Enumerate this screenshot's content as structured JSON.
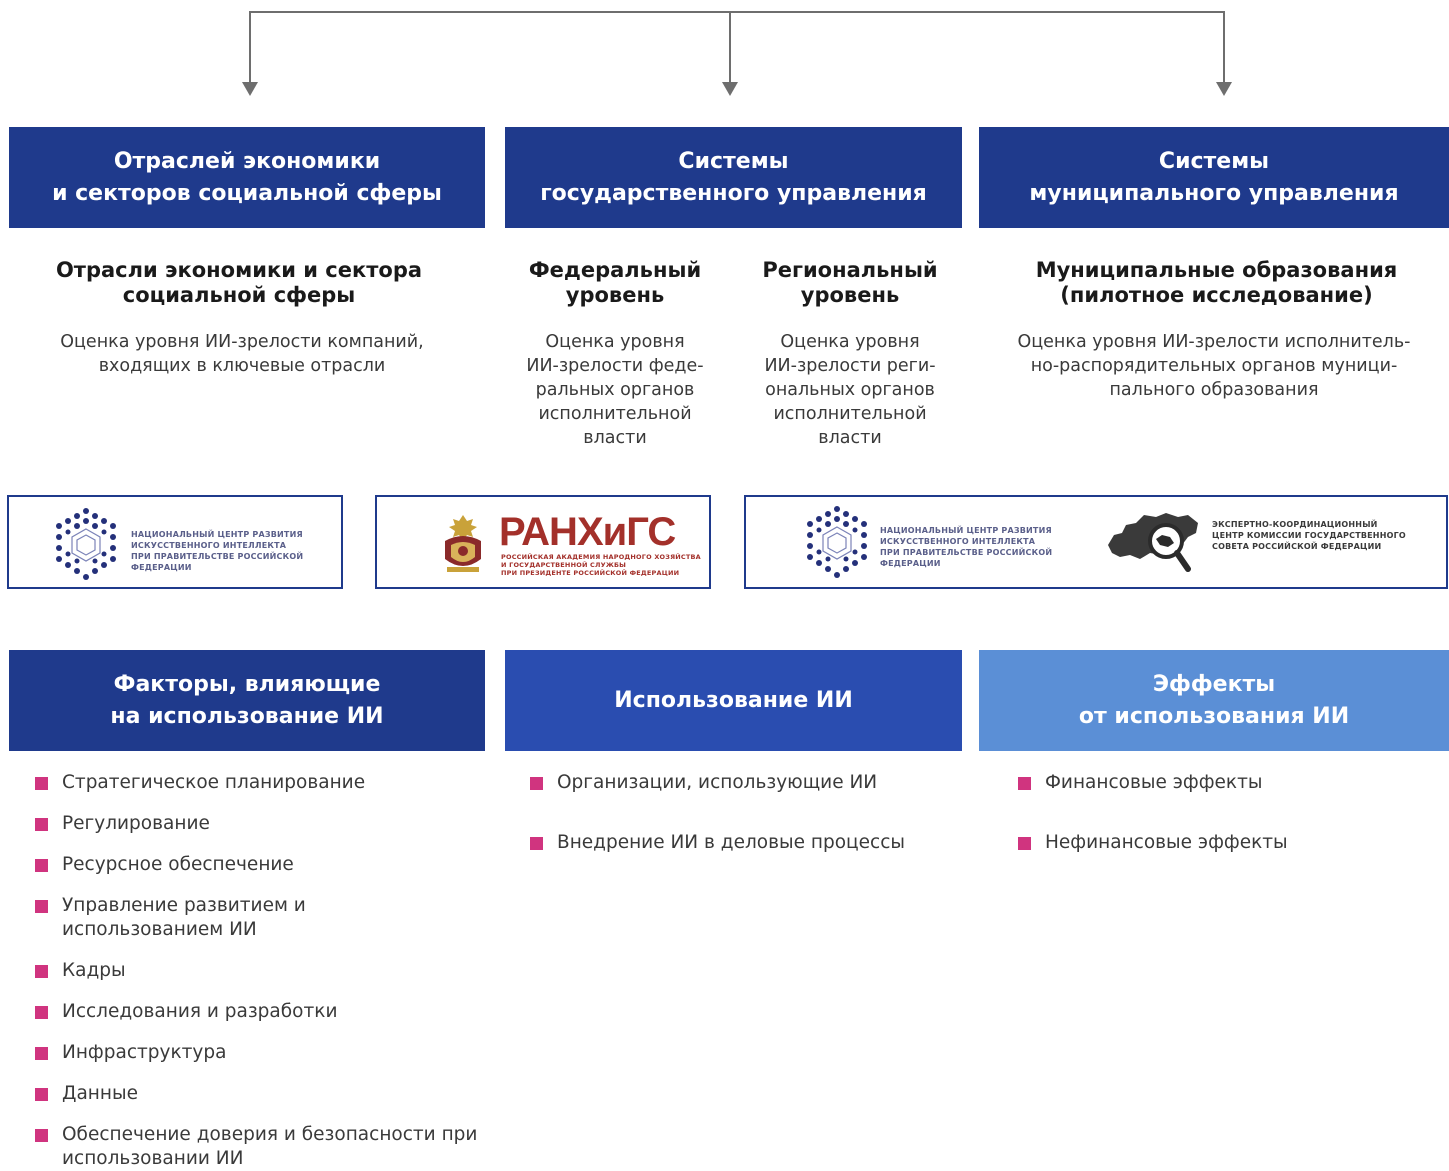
{
  "colors": {
    "dark_blue": "#1f3a8c",
    "mid_blue": "#2a4db0",
    "light_blue": "#5b8fd6",
    "bullet_magenta": "#d0347f",
    "connector_gray": "#6e6e6e"
  },
  "top_boxes": [
    {
      "line1": "Отраслей экономики",
      "line2": "и секторов социальной сферы"
    },
    {
      "line1": "Системы",
      "line2": "государственного управления"
    },
    {
      "line1": "Системы",
      "line2": "муниципального управления"
    }
  ],
  "subheadings": {
    "sectors": {
      "line1": "Отрасли экономики и сектора",
      "line2": "социальной сферы"
    },
    "federal": {
      "line1": "Федеральный",
      "line2": "уровень"
    },
    "regional": {
      "line1": "Региональный",
      "line2": "уровень"
    },
    "municipal": {
      "line1": "Муниципальные образования",
      "line2": "(пилотное исследование)"
    }
  },
  "descriptions": {
    "sectors": [
      "Оценка уровня ИИ-зрелости компаний,",
      "входящих в ключевые отрасли"
    ],
    "federal": [
      "Оценка уровня",
      "ИИ-зрелости феде-",
      "ральных органов",
      "исполнительной",
      "власти"
    ],
    "regional": [
      "Оценка уровня",
      "ИИ-зрелости реги-",
      "ональных органов",
      "исполнительной",
      "власти"
    ],
    "municipal": [
      "Оценка уровня ИИ-зрелости исполнитель-",
      "но-распорядительных органов муници-",
      "пального образования"
    ]
  },
  "logos": {
    "ncrii": {
      "icon": "hexagon-cube-logo-icon",
      "lines": [
        "НАЦИОНАЛЬНЫЙ ЦЕНТР РАЗВИТИЯ",
        "ИСКУССТВЕННОГО ИНТЕЛЛЕКТА",
        "ПРИ ПРАВИТЕЛЬСТВЕ РОССИЙСКОЙ ФЕДЕРАЦИИ"
      ]
    },
    "ranepa": {
      "icon": "emblem-icon",
      "name": "РАНХиГС",
      "lines": [
        "РОССИЙСКАЯ АКАДЕМИЯ НАРОДНОГО ХОЗЯЙСТВА",
        "И ГОСУДАРСТВЕННОЙ СЛУЖБЫ",
        "ПРИ ПРЕЗИДЕНТЕ РОССИЙСКОЙ ФЕДЕРАЦИИ"
      ]
    },
    "expert_center": {
      "icon": "russia-map-magnifier-icon",
      "lines": [
        "ЭКСПЕРТНО-КООРДИНАЦИОННЫЙ",
        "ЦЕНТР КОМИССИИ ГОСУДАРСТВЕННОГО",
        "СОВЕТА РОССИЙСКОЙ ФЕДЕРАЦИИ"
      ]
    }
  },
  "bottom_boxes": [
    {
      "line1": "Факторы, влияющие",
      "line2": "на использование ИИ"
    },
    {
      "line1": "Использование ИИ",
      "line2": ""
    },
    {
      "line1": "Эффекты",
      "line2": "от использования ИИ"
    }
  ],
  "lists": {
    "factors": [
      "Стратегическое планирование",
      "Регулирование",
      "Ресурсное обеспечение",
      "Управление развитием и использованием ИИ",
      "Кадры",
      "Исследования и разработки",
      "Инфраструктура",
      "Данные",
      "Обеспечение доверия и безопасности при использовании ИИ"
    ],
    "usage": [
      "Организации, использующие ИИ",
      "Внедрение ИИ в деловые процессы"
    ],
    "effects": [
      "Финансовые эффекты",
      "Нефинансовые эффекты"
    ]
  }
}
